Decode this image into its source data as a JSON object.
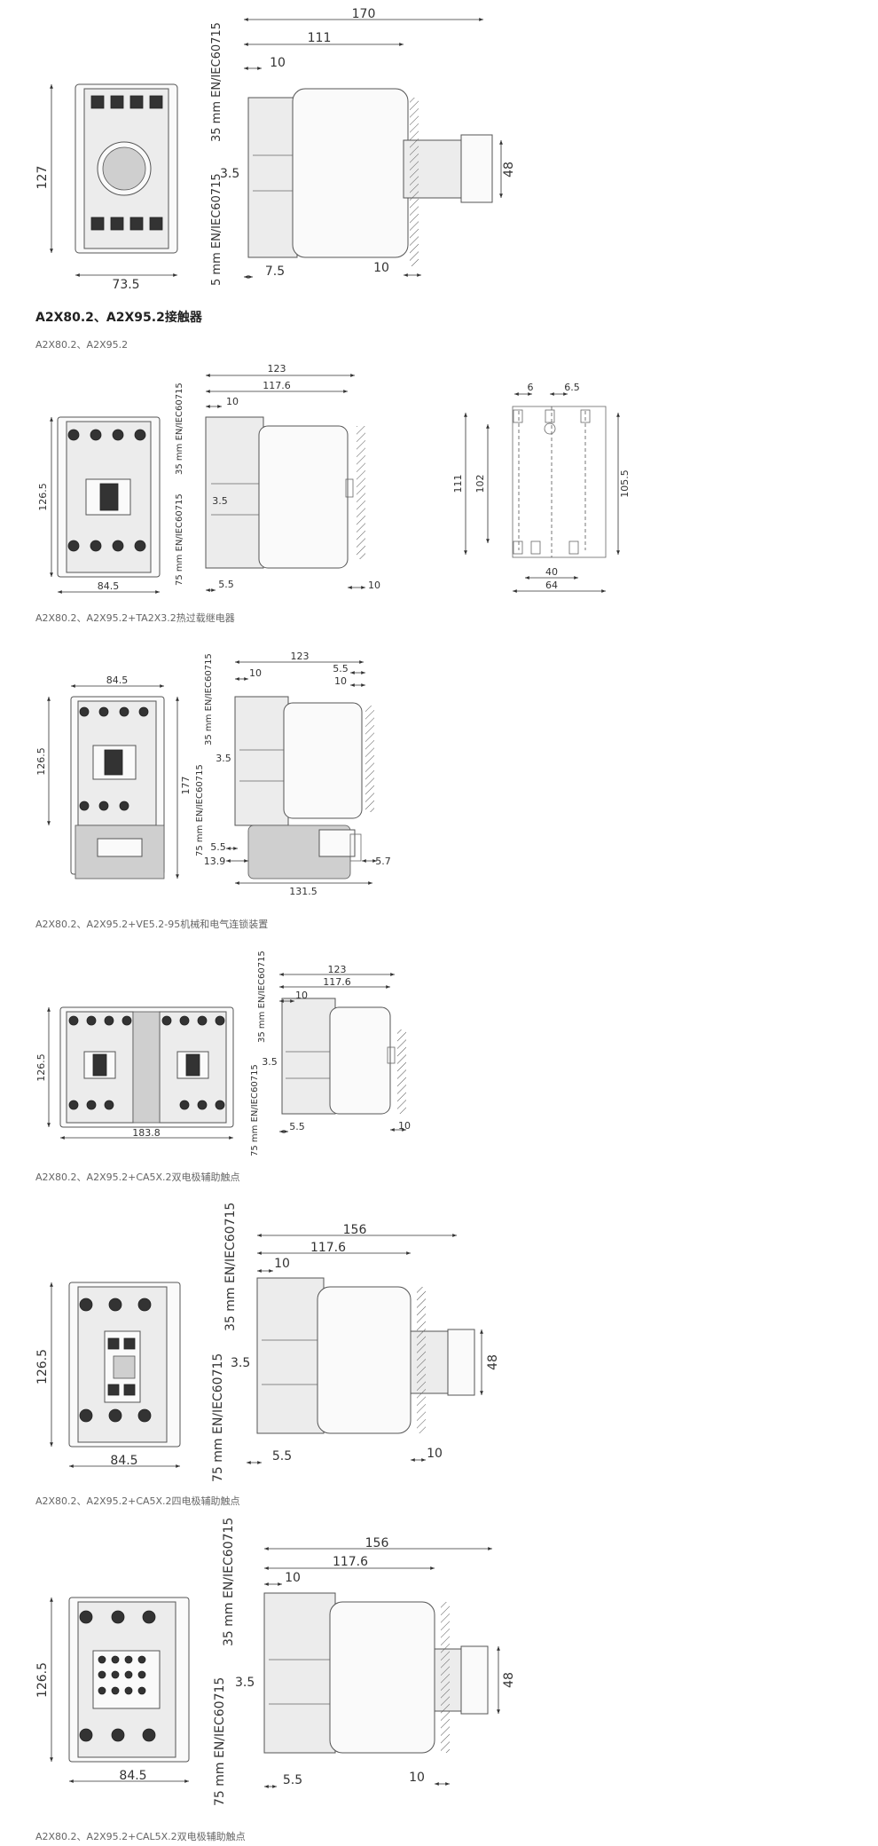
{
  "section_title": "A2X80.2、A2X95.2接触器",
  "captions": {
    "c1": "A2X80.2、A2X95.2",
    "c2": "A2X80.2、A2X95.2+TA2X3.2热过载继电器",
    "c3": "A2X80.2、A2X95.2+VE5.2-95机械和电气连锁装置",
    "c4": "A2X80.2、A2X95.2+CA5X.2双电极辅助触点",
    "c5": "A2X80.2、A2X95.2+CA5X.2四电极辅助触点",
    "c6": "A2X80.2、A2X95.2+CAL5X.2双电极辅助触点"
  },
  "rail_labels": {
    "top": "35 mm EN/IEC60715",
    "bottom": "75 mm EN/IEC60715",
    "bottom_cropped": "5 mm EN/IEC60715"
  },
  "d0": {
    "w": "73.5",
    "h": "127",
    "total": "170",
    "body": "111",
    "ten_top": "10",
    "rail": "3.5",
    "aux_h": "48",
    "low_left": "7.5",
    "low_right": "10"
  },
  "d1": {
    "w": "84.5",
    "h": "126.5",
    "total": "123",
    "body": "117.6",
    "ten_top": "10",
    "rail": "3.5",
    "low_left": "5.5",
    "low_right": "10",
    "m_top_a": "6",
    "m_top_b": "6.5",
    "m_h1": "111",
    "m_h2": "102",
    "m_h3": "105.5",
    "m_w1": "40",
    "m_w2": "64"
  },
  "d2": {
    "w": "84.5",
    "h": "126.5",
    "h_total": "177",
    "total": "123",
    "ten_top": "10",
    "r_a": "5.5",
    "r_b": "10",
    "rail": "3.5",
    "low_a": "5.5",
    "low_b": "13.9",
    "low_c": "5.7",
    "length": "131.5"
  },
  "d3": {
    "w": "183.8",
    "h": "126.5",
    "total": "123",
    "body": "117.6",
    "ten_top": "10",
    "rail": "3.5",
    "low_left": "5.5",
    "low_right": "10"
  },
  "d4": {
    "w": "84.5",
    "h": "126.5",
    "total": "156",
    "body": "117.6",
    "ten_top": "10",
    "rail": "3.5",
    "aux_h": "48",
    "low_left": "5.5",
    "low_right": "10"
  },
  "d5": {
    "w": "84.5",
    "h": "126.5",
    "total": "156",
    "body": "117.6",
    "ten_top": "10",
    "rail": "3.5",
    "aux_h": "48",
    "low_left": "5.5",
    "low_right": "10"
  }
}
